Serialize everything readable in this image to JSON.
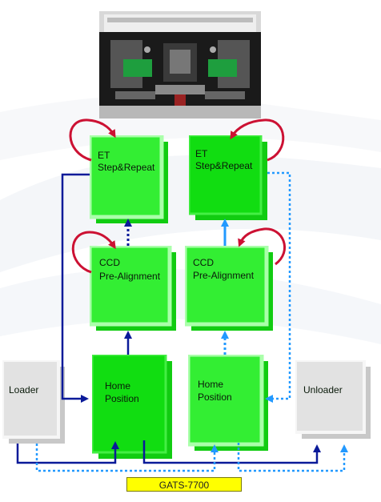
{
  "colors": {
    "green_dark": "#00dd00",
    "green_light": "#33ee33",
    "green_border": "#99ff99",
    "gray_box": "#dddddd",
    "dark_blue_line": "#0a1a99",
    "light_blue_line": "#2299ff",
    "red_loop": "#cc1133",
    "label_bg": "#ffff00"
  },
  "photo": {
    "description_icon": "machine-photo-icon"
  },
  "nodes": {
    "et_left": {
      "line1": "ET",
      "line2": "Step&Repeat"
    },
    "et_right": {
      "line1": "ET",
      "line2": "Step&Repeat"
    },
    "ccd_left": {
      "line1": "CCD",
      "line2": "Pre-Alignment"
    },
    "ccd_right": {
      "line1": "CCD",
      "line2": "Pre-Alignment"
    },
    "home_left": {
      "line1": "Home",
      "line2": "Position"
    },
    "home_right": {
      "line1": "Home",
      "line2": "Position"
    },
    "loader": {
      "label": "Loader"
    },
    "unloader": {
      "label": "Unloader"
    }
  },
  "footer": {
    "label": "GATS-7700"
  }
}
